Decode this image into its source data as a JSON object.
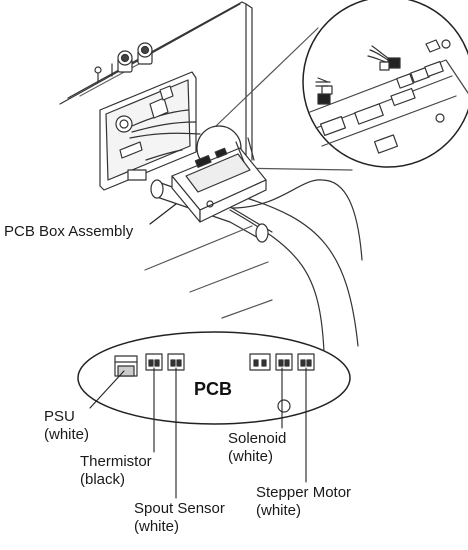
{
  "diagram": {
    "labels": {
      "pcb_box_assembly": "PCB Box Assembly",
      "pcb": "PCB",
      "psu_name": "PSU",
      "psu_color": "(white)",
      "thermistor_name": "Thermistor",
      "thermistor_color": "(black)",
      "spout_name": "Spout Sensor",
      "spout_color": "(white)",
      "solenoid_name": "Solenoid",
      "solenoid_color": "(white)",
      "stepper_name": "Stepper Motor",
      "stepper_color": "(white)"
    }
  }
}
